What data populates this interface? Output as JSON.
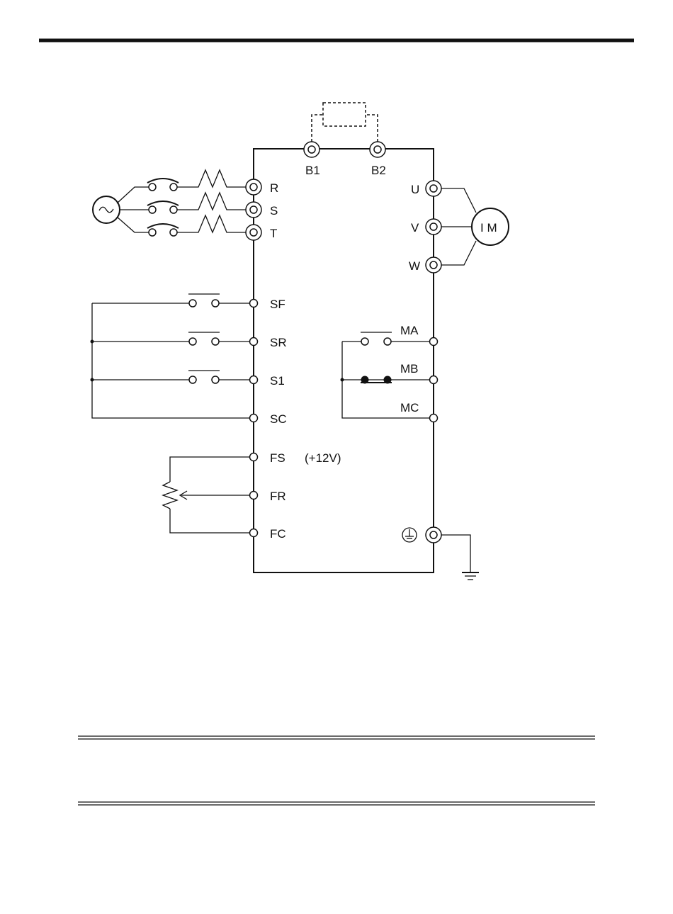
{
  "terminals": {
    "B1": "B1",
    "B2": "B2",
    "R": "R",
    "S": "S",
    "T": "T",
    "U": "U",
    "V": "V",
    "W": "W",
    "SF": "SF",
    "SR": "SR",
    "S1": "S1",
    "SC": "SC",
    "FS": "FS",
    "FR": "FR",
    "FC": "FC",
    "MA": "MA",
    "MB": "MB",
    "MC": "MC"
  },
  "fs_voltage": "(+12V)",
  "motor_label": "I M",
  "icons": {
    "ac_source": "ac-source-icon",
    "ground": "ground-icon",
    "ground_terminal": "ground-terminal-icon",
    "potentiometer": "potentiometer-icon",
    "braking_resistor": "braking-resistor-icon"
  }
}
